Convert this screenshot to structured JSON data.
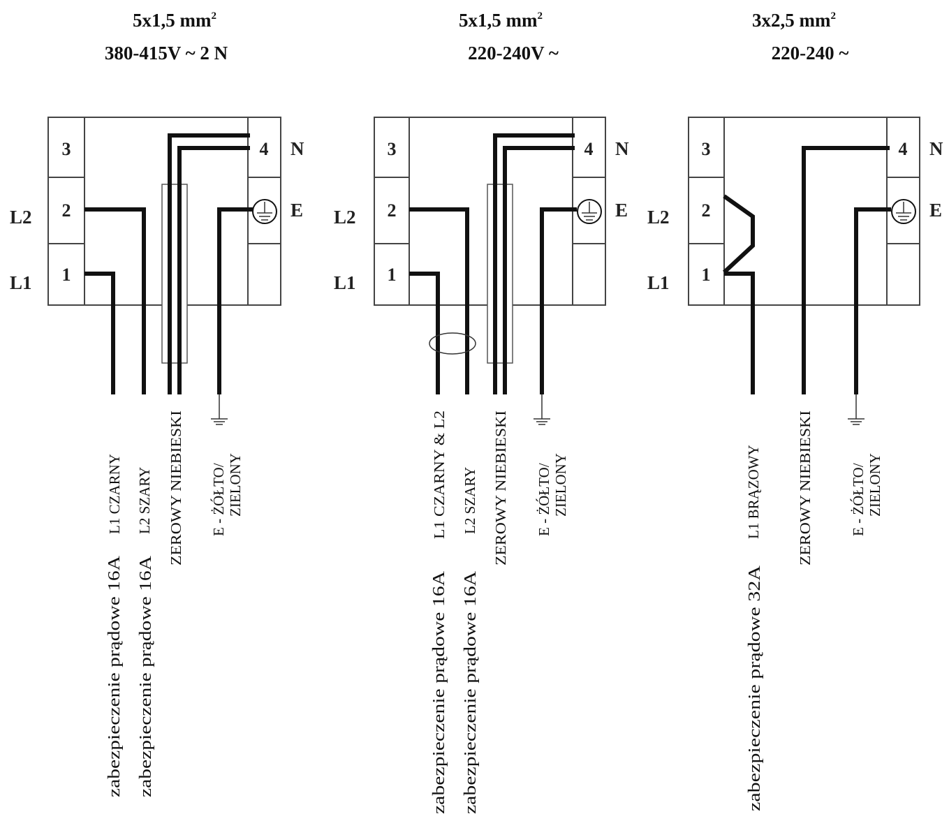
{
  "panels": [
    {
      "id": "p1",
      "header_cable": "5x1,5 mm",
      "header_cable_sup": "2",
      "header_voltage": "380-415V ~ 2 N",
      "terminals": [
        "3",
        "2",
        "1",
        "4"
      ],
      "side_labels": {
        "l2": "L2",
        "l1": "L1",
        "n": "N",
        "e": "E"
      },
      "wire_labels": [
        "L1 CZARNY",
        "L2 SZARY",
        "ZEROWY NIEBIESKI"
      ],
      "earth_label": [
        "E - ŻÓŁTO/",
        "ZIELONY"
      ],
      "fuses": [
        "zabezpieczenie prądowe 16A",
        "zabezpieczenie prądowe 16A"
      ]
    },
    {
      "id": "p2",
      "header_cable": "5x1,5 mm",
      "header_cable_sup": "2",
      "header_voltage": "220-240V ~",
      "terminals": [
        "3",
        "2",
        "1",
        "4"
      ],
      "side_labels": {
        "l2": "L2",
        "l1": "L1",
        "n": "N",
        "e": "E"
      },
      "wire_labels": [
        "L1 CZARNY  & L2",
        "L2 SZARY",
        "ZEROWY NIEBIESKI"
      ],
      "earth_label": [
        "E - ŻÓŁTO/",
        "ZIELONY"
      ],
      "fuses": [
        "zabezpieczenie prądowe 16A",
        "zabezpieczenie prądowe 16A"
      ]
    },
    {
      "id": "p3",
      "header_cable": "3x2,5 mm",
      "header_cable_sup": "2",
      "header_voltage": "220-240 ~",
      "terminals": [
        "3",
        "2",
        "1",
        "4"
      ],
      "side_labels": {
        "l2": "L2",
        "l1": "L1",
        "n": "N",
        "e": "E"
      },
      "wire_labels": [
        "L1 BRĄZOWY",
        "ZEROWY NIEBIESKI"
      ],
      "earth_label": [
        "E - ŻÓŁTO/",
        "ZIELONY"
      ],
      "fuses": [
        "zabezpieczenie prądowe 32A"
      ]
    }
  ]
}
